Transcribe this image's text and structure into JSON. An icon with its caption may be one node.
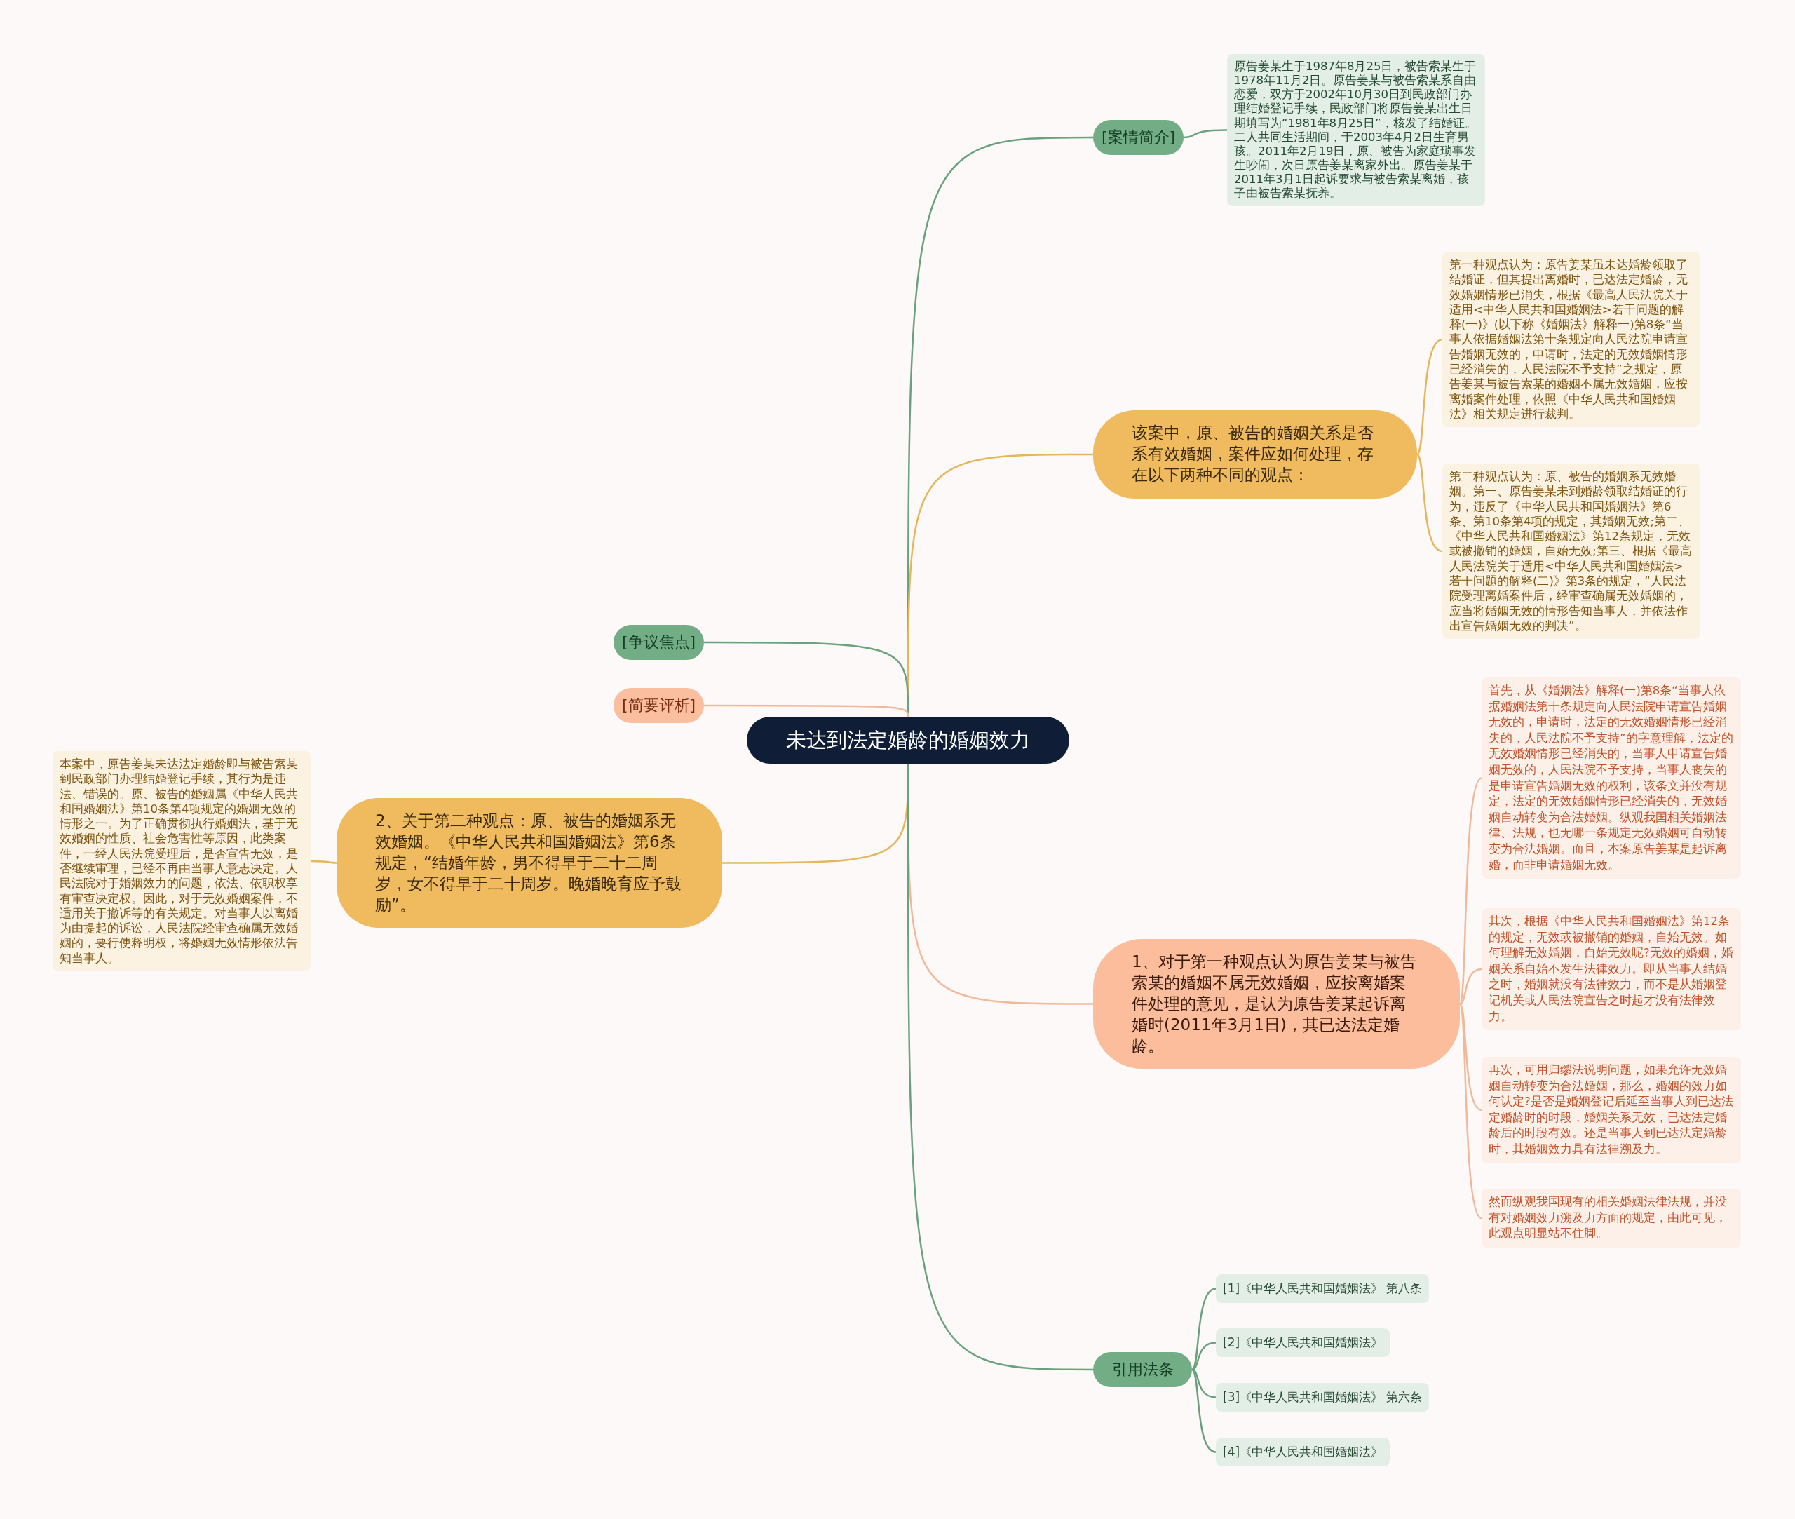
{
  "diagram": {
    "nodes": [
      {
        "text": [
          "未达到法定婚龄的婚姻效力"
        ]
      },
      {
        "text": [
          "[案情简介]"
        ]
      },
      {
        "text": [
          "原告姜某生于1987年8月25日，被告索某生于1978年11月2日。原告姜某与被告索某系自由恋爱，双方于2002年10月30日到民政部门办理结婚登记手续，民政部门将原告姜某出生日期填写为“1981年8月25日”，核发了结婚证。二人共同生活期间，于2003年4月2日生育男孩。2011年2月19日，原、被告为家庭琐事发生吵闹，次日原告姜某离家外出。原告姜某于2011年3月1日起诉要求与被告索某离婚，孩子由被告索某抚养。"
        ]
      },
      {
        "text": [
          "该案中，原、被告的婚姻关系是否系有效婚姻，案件应如何处理，存在以下两种不同的观点："
        ]
      },
      {
        "text": [
          "第一种观点认为：原告姜某虽未达婚龄领取了结婚证，但其提出离婚时，已达法定婚龄，无效婚姻情形已消失，根据《最高人民法院关于适用<中华人民共和国婚姻法>若干问题的解释(一)》(以下称《婚姻法》解释一)第8条“当事人依据婚姻法第十条规定向人民法院申请宣告婚姻无效的，申请时，法定的无效婚姻情形已经消失的，人民法院不予支持”之规定，原告姜某与被告索某的婚姻不属无效婚姻，应按离婚案件处理，依照《中华人民共和国婚姻法》相关规定进行裁判。"
        ]
      },
      {
        "text": [
          "第二种观点认为：原、被告的婚姻系无效婚姻。第一、原告姜某未到婚龄领取结婚证的行为，违反了《中华人民共和国婚姻法》第6条、第10条第4项的规定，其婚姻无效;第二、《中华人民共和国婚姻法》第12条规定，无效或被撤销的婚姻，自始无效;第三、根据《最高人民法院关于适用<中华人民共和国婚姻法>若干问题的解释(二)》第3条的规定，“人民法院受理离婚案件后，经审查确属无效婚姻的，应当将婚姻无效的情形告知当事人，并依法作出宣告婚姻无效的判决”。"
        ]
      },
      {
        "text": [
          "[争议焦点]"
        ]
      },
      {
        "text": [
          "[简要评析]"
        ]
      },
      {
        "text": [
          "2、关于第二种观点：原、被告的婚姻系无效婚姻。《中华人民共和国婚姻法》第6条规定，“结婚年龄，男不得早于二十二周岁，女不得早于二十周岁。晚婚晚育应予鼓励”。"
        ]
      },
      {
        "text": [
          "本案中，原告姜某未达法定婚龄即与被告索某到民政部门办理结婚登记手续，其行为是违法、错误的。原、被告的婚姻属《中华人民共和国婚姻法》第10条第4项规定的婚姻无效的情形之一。为了正确贯彻执行婚姻法，基于无效婚姻的性质、社会危害性等原因，此类案件，一经人民法院受理后，是否宣告无效，是否继续审理，已经不再由当事人意志决定。人民法院对于婚姻效力的问题，依法、依职权享有审查决定权。因此，对于无效婚姻案件，不适用关于撤诉等的有关规定。对当事人以离婚为由提起的诉讼，人民法院经审查确属无效婚姻的，要行使释明权，将婚姻无效情形依法告知当事人。"
        ]
      },
      {
        "text": [
          "1、对于第一种观点认为原告姜某与被告索某的婚姻不属无效婚姻，应按离婚案件处理的意见，是认为原告姜某起诉离婚时(2011年3月1日)，其已达法定婚龄。"
        ]
      },
      {
        "text": [
          "首先，从《婚姻法》解释(一)第8条“当事人依据婚姻法第十条规定向人民法院申请宣告婚姻无效的，申请时，法定的无效婚姻情形已经消失的，人民法院不予支持”的字意理解，法定的无效婚姻情形已经消失的，当事人申请宣告婚姻无效的，人民法院不予支持，当事人丧失的是申请宣告婚姻无效的权利，该条文并没有规定，法定的无效婚姻情形已经消失的，无效婚姻自动转变为合法婚姻。纵观我国相关婚姻法律、法规，也无哪一条规定无效婚姻可自动转变为合法婚姻。而且，本案原告姜某是起诉离婚，而非申请婚姻无效。"
        ]
      },
      {
        "text": [
          "其次，根据《中华人民共和国婚姻法》第12条的规定，无效或被撤销的婚姻，自始无效。如何理解无效婚姻，自始无效呢?无效的婚姻，婚姻关系自始不发生法律效力。即从当事人结婚之时，婚姻就没有法律效力，而不是从婚姻登记机关或人民法院宣告之时起才没有法律效力。"
        ]
      },
      {
        "text": [
          "再次，可用归缪法说明问题，如果允许无效婚姻自动转变为合法婚姻，那么，婚姻的效力如何认定?是否是婚姻登记后延至当事人到已达法定婚龄时的时段，婚姻关系无效，已达法定婚龄后的时段有效。还是当事人到已达法定婚龄时，其婚姻效力具有法律溯及力。"
        ]
      },
      {
        "text": [
          "然而纵观我国现有的相关婚姻法律法规，并没有对婚姻效力溯及力方面的规定，由此可见，此观点明显站不住脚。"
        ]
      },
      {
        "text": [
          "引用法条"
        ]
      },
      {
        "text": [
          "[1]《中华人民共和国婚姻法》 第八条"
        ]
      },
      {
        "text": [
          "[2]《中华人民共和国婚姻法》"
        ]
      },
      {
        "text": [
          "[3]《中华人民共和国婚姻法》 第六条"
        ]
      },
      {
        "text": [
          "[4]《中华人民共和国婚姻法》"
        ]
      }
    ],
    "edges": [
      {
        "from": 0,
        "to": 1,
        "arrow": "none"
      },
      {
        "from": 1,
        "to": 2,
        "arrow": "none"
      },
      {
        "from": 0,
        "to": 3,
        "arrow": "none",
        "color": "#e6b75a"
      },
      {
        "from": 3,
        "to": 4,
        "arrow": "none",
        "color": "#e6b75a"
      },
      {
        "from": 3,
        "to": 5,
        "arrow": "none",
        "color": "#e6b75a"
      },
      {
        "from": 0,
        "to": 6,
        "arrow": "none"
      },
      {
        "from": 0,
        "to": 7,
        "arrow": "none",
        "color": "#f2b89a"
      },
      {
        "from": 0,
        "to": 8,
        "arrow": "none",
        "color": "#e6b75a"
      },
      {
        "from": 8,
        "to": 9,
        "arrow": "none",
        "color": "#e6b75a"
      },
      {
        "from": 0,
        "to": 10,
        "arrow": "none",
        "color": "#f2b89a"
      },
      {
        "from": 10,
        "to": 11,
        "arrow": "none",
        "color": "#f2b89a"
      },
      {
        "from": 10,
        "to": 12,
        "arrow": "none",
        "color": "#f2b89a"
      },
      {
        "from": 10,
        "to": 13,
        "arrow": "none",
        "color": "#f2b89a"
      },
      {
        "from": 10,
        "to": 14,
        "arrow": "none",
        "color": "#f2b89a"
      },
      {
        "from": 0,
        "to": 15,
        "arrow": "none"
      },
      {
        "from": 15,
        "to": 16,
        "arrow": "none"
      },
      {
        "from": 15,
        "to": 17,
        "arrow": "none"
      },
      {
        "from": 15,
        "to": 18,
        "arrow": "none"
      },
      {
        "from": 15,
        "to": 19,
        "arrow": "none"
      }
    ]
  }
}
